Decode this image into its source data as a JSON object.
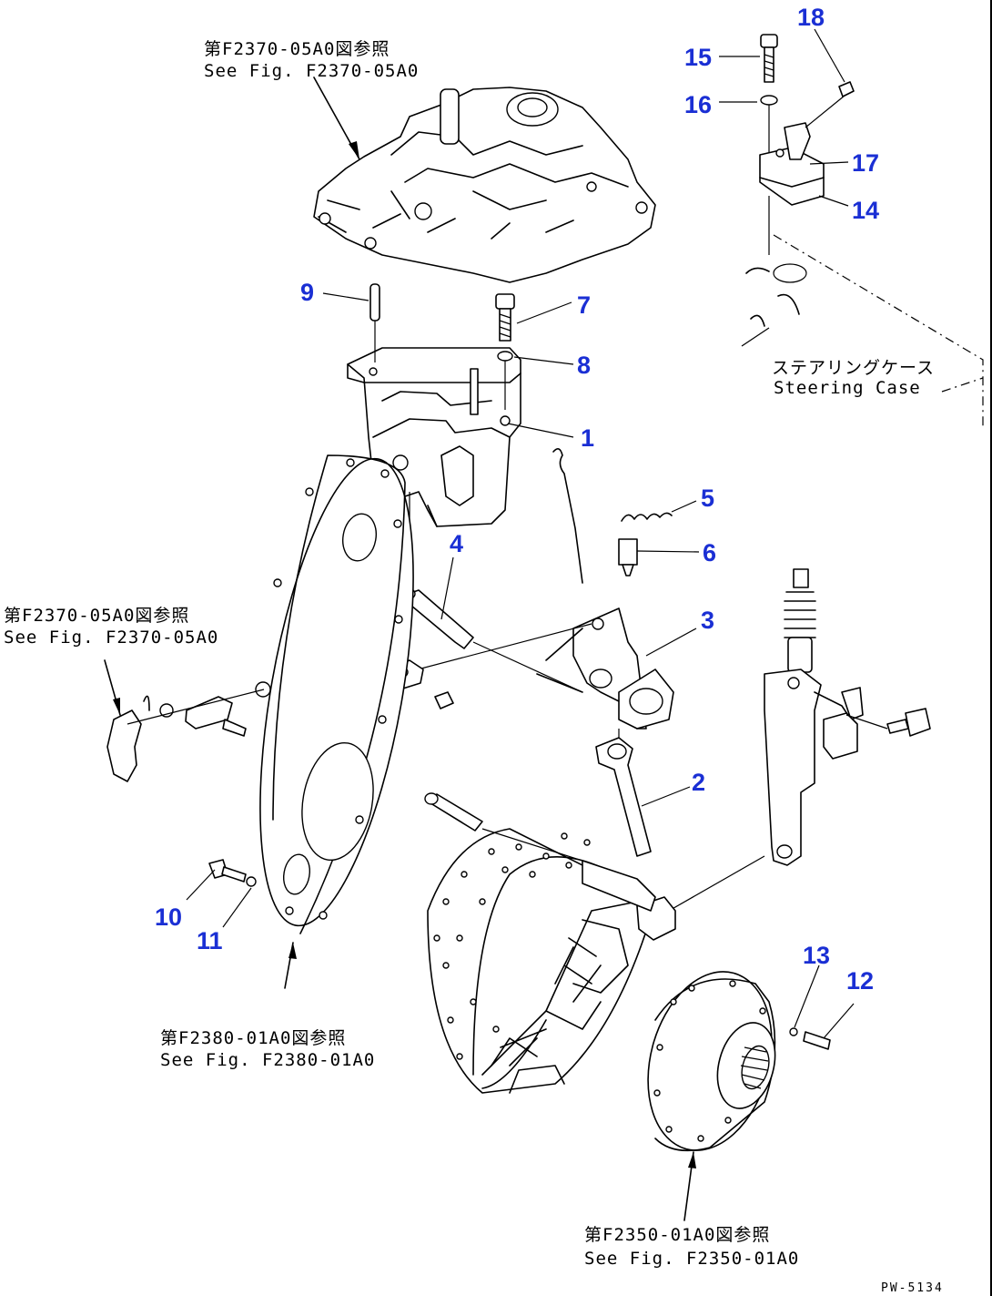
{
  "references": {
    "transmission_case_jp": "第F2370-05A0図参照",
    "transmission_case_en": "See Fig. F2370-05A0",
    "linkage_jp": "第F2370-05A0図参照",
    "linkage_en": "See Fig. F2370-05A0",
    "drum_jp": "第F2380-01A0図参照",
    "drum_en": "See Fig. F2380-01A0",
    "hub_jp": "第F2350-01A0図参照",
    "hub_en": "See Fig. F2350-01A0",
    "steering_case_jp": "ステアリングケース",
    "steering_case_en": "Steering Case"
  },
  "part_numbers": [
    "1",
    "2",
    "3",
    "4",
    "5",
    "6",
    "7",
    "8",
    "9",
    "10",
    "11",
    "12",
    "13",
    "14",
    "15",
    "16",
    "17",
    "18"
  ],
  "drawing_code": "PW-5134"
}
